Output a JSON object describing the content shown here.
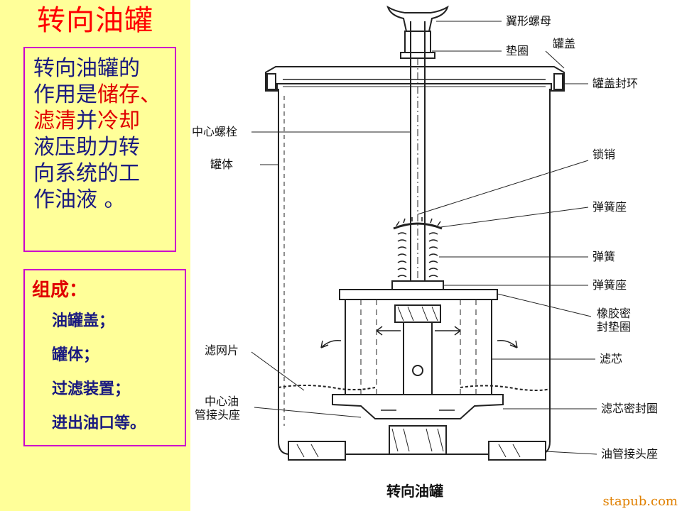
{
  "slide": {
    "title": "转向油罐",
    "description": {
      "line1": "转向油罐的",
      "line2_a": "作用是",
      "line2_b": "储存、",
      "line3_a": "滤清",
      "line3_b": "并",
      "line3_c": "冷却",
      "line4": "液压助力转",
      "line5": "向系统的工",
      "line6": "作油液 。"
    },
    "composition": {
      "title": "组成：",
      "items": [
        "油罐盖；",
        "罐体；",
        "过滤装置；",
        "进出油口等。"
      ]
    }
  },
  "diagram": {
    "caption": "转向油罐",
    "labels": {
      "wing_nut": "翼形螺母",
      "gasket": "垫圈",
      "cap": "罐盖",
      "cap_seal": "罐盖封环",
      "center_bolt": "中心螺栓",
      "body": "罐体",
      "lock_pin": "锁销",
      "spring_seat_top": "弹簧座",
      "spring": "弹簧",
      "spring_seat_bottom": "弹簧座",
      "rubber_seal_line1": "橡胶密",
      "rubber_seal_line2": "封垫圈",
      "filter_screen": "滤网片",
      "filter_core": "滤芯",
      "center_oil_line1": "中心油",
      "center_oil_line2": "管接头座",
      "core_seal": "滤芯密封圈",
      "oil_pipe_seat": "油管接头座"
    }
  },
  "watermark": "stapub.com",
  "colors": {
    "panel_bg": "#ffff99",
    "title": "#ff0000",
    "border": "#cc00cc",
    "text_blue": "#1a1a80",
    "highlight": "#e00000",
    "watermark": "#e08000"
  }
}
